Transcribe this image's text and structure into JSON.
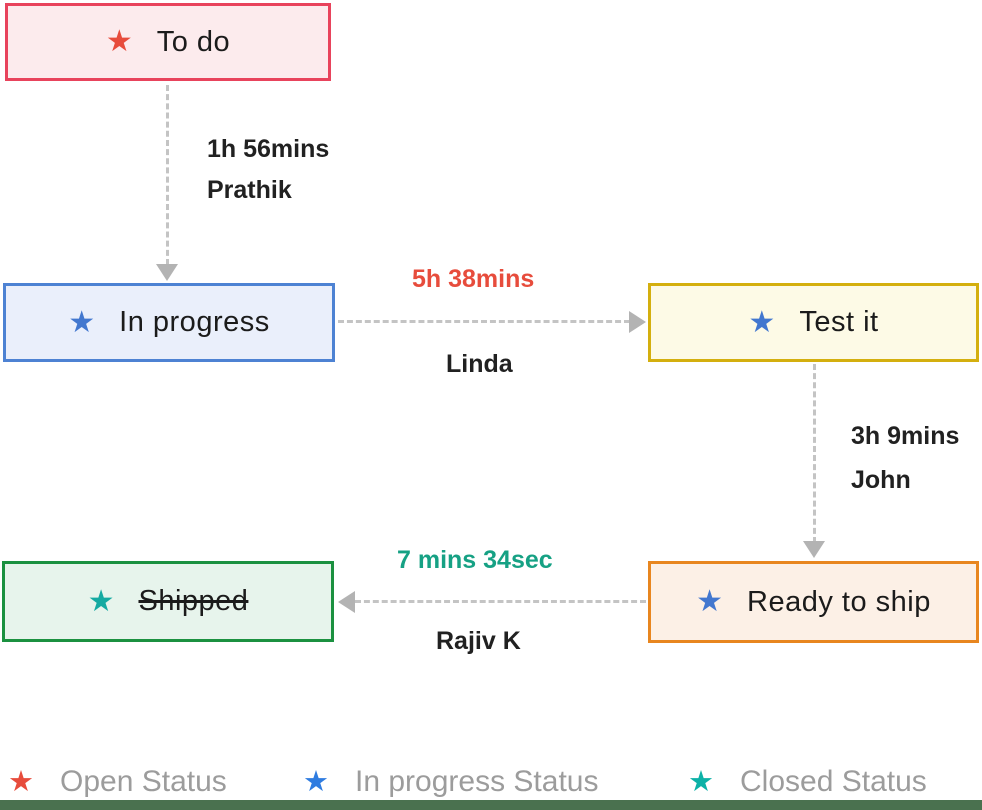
{
  "icons": {
    "star": "★"
  },
  "nodes": {
    "todo": {
      "label": "To do",
      "star_icon": "open-status-star",
      "star_color": "#e74c3c",
      "border_color": "#e8435c",
      "bg_color": "#fcebed"
    },
    "in_progress": {
      "label": "In progress",
      "star_icon": "in-progress-status-star",
      "star_color": "#4277cf",
      "border_color": "#4d82d3",
      "bg_color": "#eaeffb"
    },
    "test_it": {
      "label": "Test it",
      "star_icon": "in-progress-status-star",
      "star_color": "#4277cf",
      "border_color": "#d4af0e",
      "bg_color": "#fdfae6"
    },
    "ready_to_ship": {
      "label": "Ready to ship",
      "star_icon": "in-progress-status-star",
      "star_color": "#4277cf",
      "border_color": "#e8861f",
      "bg_color": "#fcf0e6"
    },
    "shipped": {
      "label": "Shipped",
      "star_icon": "closed-status-star",
      "star_color": "#15aaa2",
      "border_color": "#1b9140",
      "bg_color": "#e7f4ec",
      "text_style": "strikethrough"
    }
  },
  "edges": {
    "todo_to_in_progress": {
      "duration": "1h 56mins",
      "assignee": "Prathik",
      "duration_color": "#212121"
    },
    "in_progress_to_test_it": {
      "duration": "5h 38mins",
      "assignee": "Linda",
      "duration_color": "#e74c3c"
    },
    "test_it_to_ready_to_ship": {
      "duration": "3h 9mins",
      "assignee": "John",
      "duration_color": "#212121"
    },
    "ready_to_ship_to_shipped": {
      "duration": "7 mins 34sec",
      "assignee": "Rajiv K",
      "duration_color": "#16a184"
    }
  },
  "legend": {
    "open": {
      "label": "Open Status",
      "star_color": "#e74c3c"
    },
    "in_progress": {
      "label": "In progress Status",
      "star_color": "#2f7ce0"
    },
    "closed": {
      "label": "Closed Status",
      "star_color": "#0db1a7"
    }
  }
}
